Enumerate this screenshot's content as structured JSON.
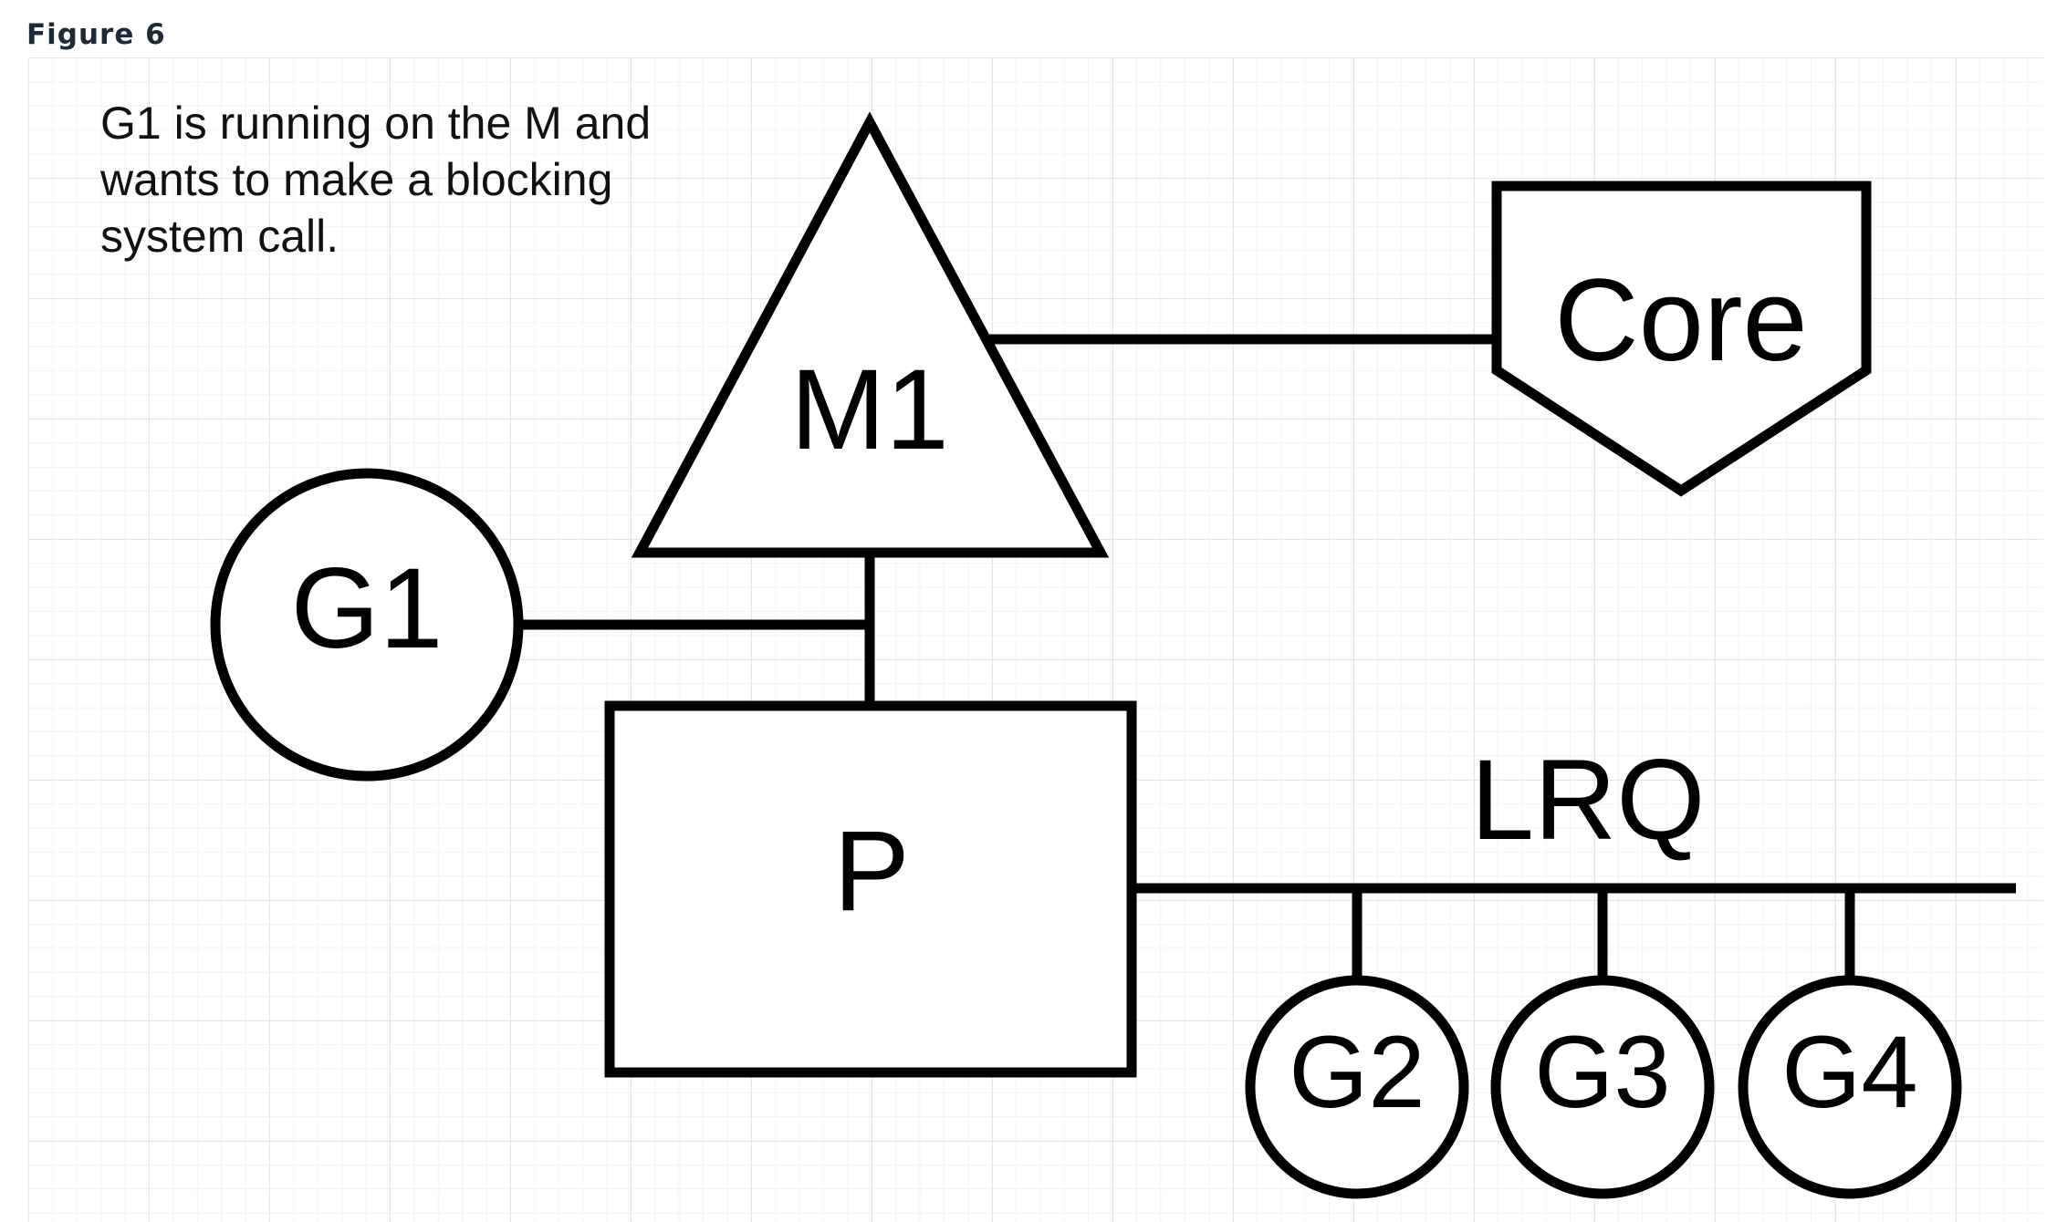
{
  "figure_label": "Figure 6",
  "caption": {
    "line1": "G1 is running on the M and",
    "line2": "wants to make a blocking",
    "line3": "system call."
  },
  "nodes": {
    "m1": "M1",
    "core": "Core",
    "g1": "G1",
    "p": "P",
    "lrq": "LRQ",
    "g2": "G2",
    "g3": "G3",
    "g4": "G4"
  },
  "colors": {
    "stroke": "#000000",
    "text": "#000000",
    "grid_major": "#e6e6e6",
    "grid_minor": "#f2f2f2",
    "figure_label": "#1e2a3a"
  }
}
